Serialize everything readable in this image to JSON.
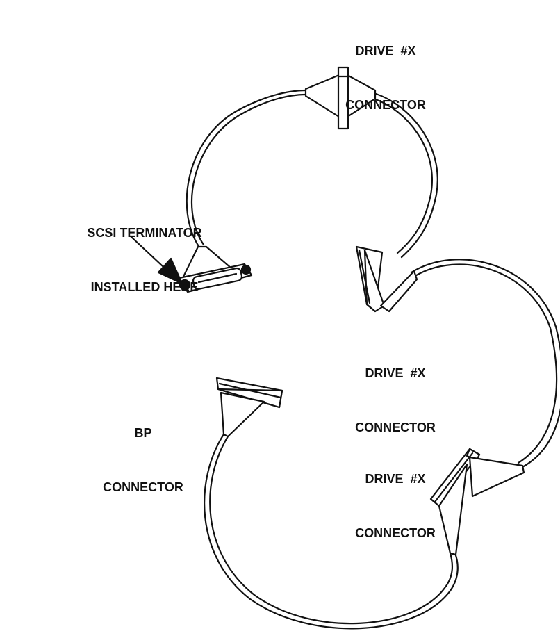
{
  "labels": {
    "drive_top": {
      "line1": "DRIVE  #X",
      "line2": "CONNECTOR"
    },
    "terminator": {
      "line1": "SCSI TERMINATOR",
      "line2": "INSTALLED HERE"
    },
    "drive_mid": {
      "line1": "DRIVE  #X",
      "line2": "CONNECTOR"
    },
    "bp": {
      "line1": "BP",
      "line2": "CONNECTOR"
    },
    "drive_lower": {
      "line1": "DRIVE  #X",
      "line2": "CONNECTOR"
    }
  },
  "colors": {
    "line": "#111111",
    "fill": "#ffffff",
    "shade": "#444444"
  }
}
